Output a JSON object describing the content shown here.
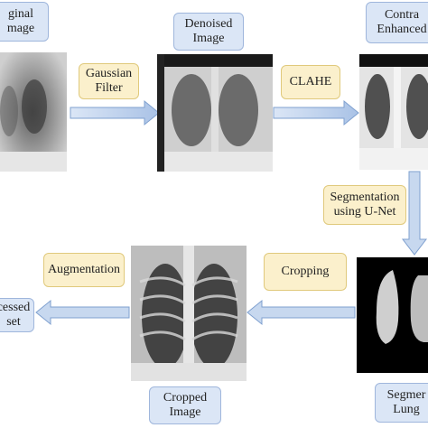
{
  "labels": {
    "original": "ginal\nmage",
    "denoised": "Denoised\nImage",
    "contrast": "Contra\nEnhanced",
    "gaussian": "Gaussian\nFilter",
    "clahe": "CLAHE",
    "segmentation_step": "Segmentation\nusing U-Net",
    "cropping": "Cropping",
    "augmentation": "Augmentation",
    "preprocessed": "cessed\nset",
    "cropped": "Cropped\nImage",
    "segmented": "Segmer\nLung"
  },
  "colors": {
    "label_box": "#dbe6f6",
    "process_box": "#fbf0cc",
    "arrow": "#b7cde9"
  }
}
